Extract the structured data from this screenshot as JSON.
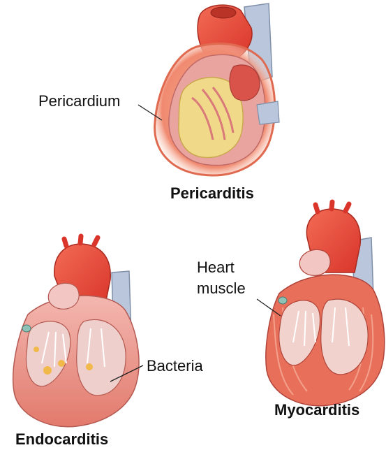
{
  "panels": {
    "pericarditis": {
      "title": "Pericarditis",
      "callout": "Pericardium"
    },
    "endocarditis": {
      "title": "Endocarditis",
      "callout": "Bacteria"
    },
    "myocarditis": {
      "title": "Myocarditis",
      "callout_line1": "Heart",
      "callout_line2": "muscle"
    }
  },
  "colors": {
    "aorta_red": "#e8483a",
    "muscle_pink": "#e9a4a0",
    "pericardium_glow": "#f08a70",
    "fat_yellow": "#f1d98a",
    "muscle_red": "#e8705a",
    "bacteria_yellow": "#f0b94a",
    "vessel_blue": "#b9c6dc"
  }
}
